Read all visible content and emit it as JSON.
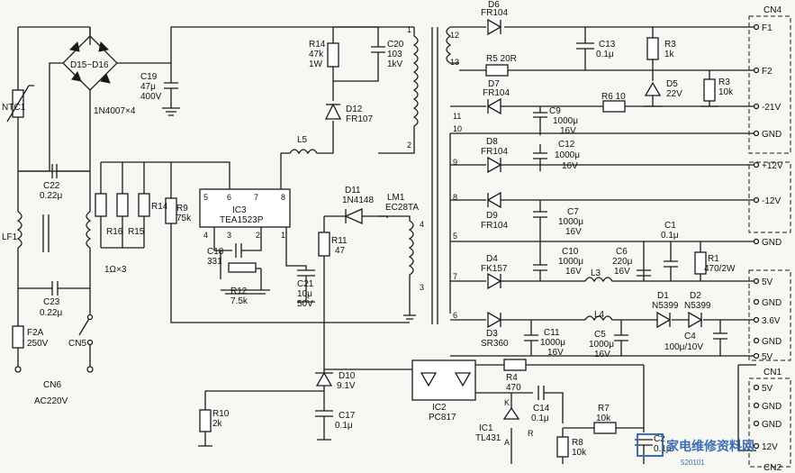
{
  "labels": {
    "NTC1": "NTC1",
    "D15_16": "D15~D16",
    "bridge_type": "1N4007×4",
    "C19": "C19",
    "C19_v1": "47μ",
    "C19_v2": "400V",
    "C22": "C22",
    "C22_v": "0.22μ",
    "LF1": "LF1",
    "C23": "C23",
    "C23_v": "0.22μ",
    "F2A": "F2A",
    "F2A_v": "250V",
    "CN5": "CN5",
    "CN6": "CN6",
    "AC220V": "AC220V",
    "R14a": "R14",
    "R14a_v1": "47k",
    "R14a_v2": "1W",
    "C20": "C20",
    "C20_v1": "103",
    "C20_v2": "1kV",
    "D12": "D12",
    "D12_v": "FR107",
    "L5": "L5",
    "R16": "R16",
    "R15": "R15",
    "R14b": "R14",
    "ohm3": "1Ω×3",
    "R9": "R9",
    "R9_v": "75k",
    "IC3": "IC3",
    "IC3_v": "TEA1523P",
    "C18": "C18",
    "C18_v": "331",
    "R12": "R12",
    "R12_v": "7.5k",
    "C21": "C21",
    "C21_v1": "10μ",
    "C21_v2": "50V",
    "D11": "D11",
    "D11_v": "1N4148",
    "LM1": "LM1",
    "LM1_v": "EC28TA",
    "R11": "R11",
    "R11_v": "47",
    "D10": "D10",
    "D10_v": "9.1V",
    "C17": "C17",
    "C17_v": "0.1μ",
    "R10": "R10",
    "R10_v": "2k",
    "IC2": "IC2",
    "IC2_v": "PC817",
    "R4": "R4",
    "R4_v": "470",
    "C14": "C14",
    "C14_v": "0.1μ",
    "IC1": "IC1",
    "IC1_v": "TL431",
    "K": "K",
    "A": "A",
    "R": "R",
    "R7": "R7",
    "R7_v": "10k",
    "R8": "R8",
    "R8_v": "10k",
    "C2": "C2",
    "C2_v": "0.1μ",
    "D6": "D6",
    "D6_v": "FR104",
    "C13": "C13",
    "C13_v": "0.1μ",
    "R3a": "R3",
    "R3a_v": "1k",
    "R5": "R5 20R",
    "D5": "D5",
    "D5_v": "22V",
    "R3b": "R3",
    "R3b_v": "10k",
    "D7": "D7",
    "D7_v": "FR104",
    "R6": "R6 10",
    "C9": "C9",
    "C9_v1": "1000μ",
    "C9_v2": "16V",
    "D8": "D8",
    "D8_v": "FR104",
    "C12": "C12",
    "C12_v1": "1000μ",
    "C12_v2": "16V",
    "D9": "D9",
    "D9_v": "FR104",
    "C7": "C7",
    "C7_v1": "1000μ",
    "C7_v2": "16V",
    "C1": "C1",
    "C1_v": "0.1μ",
    "D4": "D4",
    "D4_v": "FK157",
    "C10": "C10",
    "C10_v1": "1000μ",
    "C10_v2": "16V",
    "C6": "C6",
    "C6_v1": "220μ",
    "C6_v2": "16V",
    "L3": "L3",
    "R1": "R1",
    "R1_v": "470/2W",
    "D1": "D1",
    "D1_v": "N5399",
    "D2": "D2",
    "D2_v": "N5399",
    "D3": "D3",
    "D3_v": "SR360",
    "C11": "C11",
    "C11_v1": "1000μ",
    "C11_v2": "16V",
    "L4": "L4",
    "C5": "C5",
    "C5_v1": "1000μ",
    "C5_v2": "16V",
    "C4": "C4",
    "C4_v": "100μ/10V",
    "CN4": "CN4",
    "CN1": "CN1",
    "CN2": "CN2"
  },
  "pins": {
    "t12": "12",
    "t13": "13",
    "t11": "11",
    "t10": "10",
    "t9": "9",
    "t8": "8",
    "t5": "5",
    "t7": "7",
    "t6": "6",
    "t1": "1",
    "t2": "2",
    "t4": "4",
    "t3": "3",
    "ic_5": "5",
    "ic_6": "6",
    "ic_7": "7",
    "ic_8": "8",
    "ic_4": "4",
    "ic_3": "3",
    "ic_2": "2",
    "ic_1": "1"
  },
  "connectors": {
    "cn4": [
      "F1",
      "F2",
      "-21V",
      "GND",
      "+12V",
      "-12V",
      "GND"
    ],
    "cn1": [
      "5V",
      "GND",
      "3.6V",
      "GND",
      "5V"
    ],
    "cn2": [
      "5V",
      "GND",
      "GND",
      "12V"
    ]
  },
  "watermark": {
    "text": "家电维修资料网",
    "url": "520101"
  }
}
